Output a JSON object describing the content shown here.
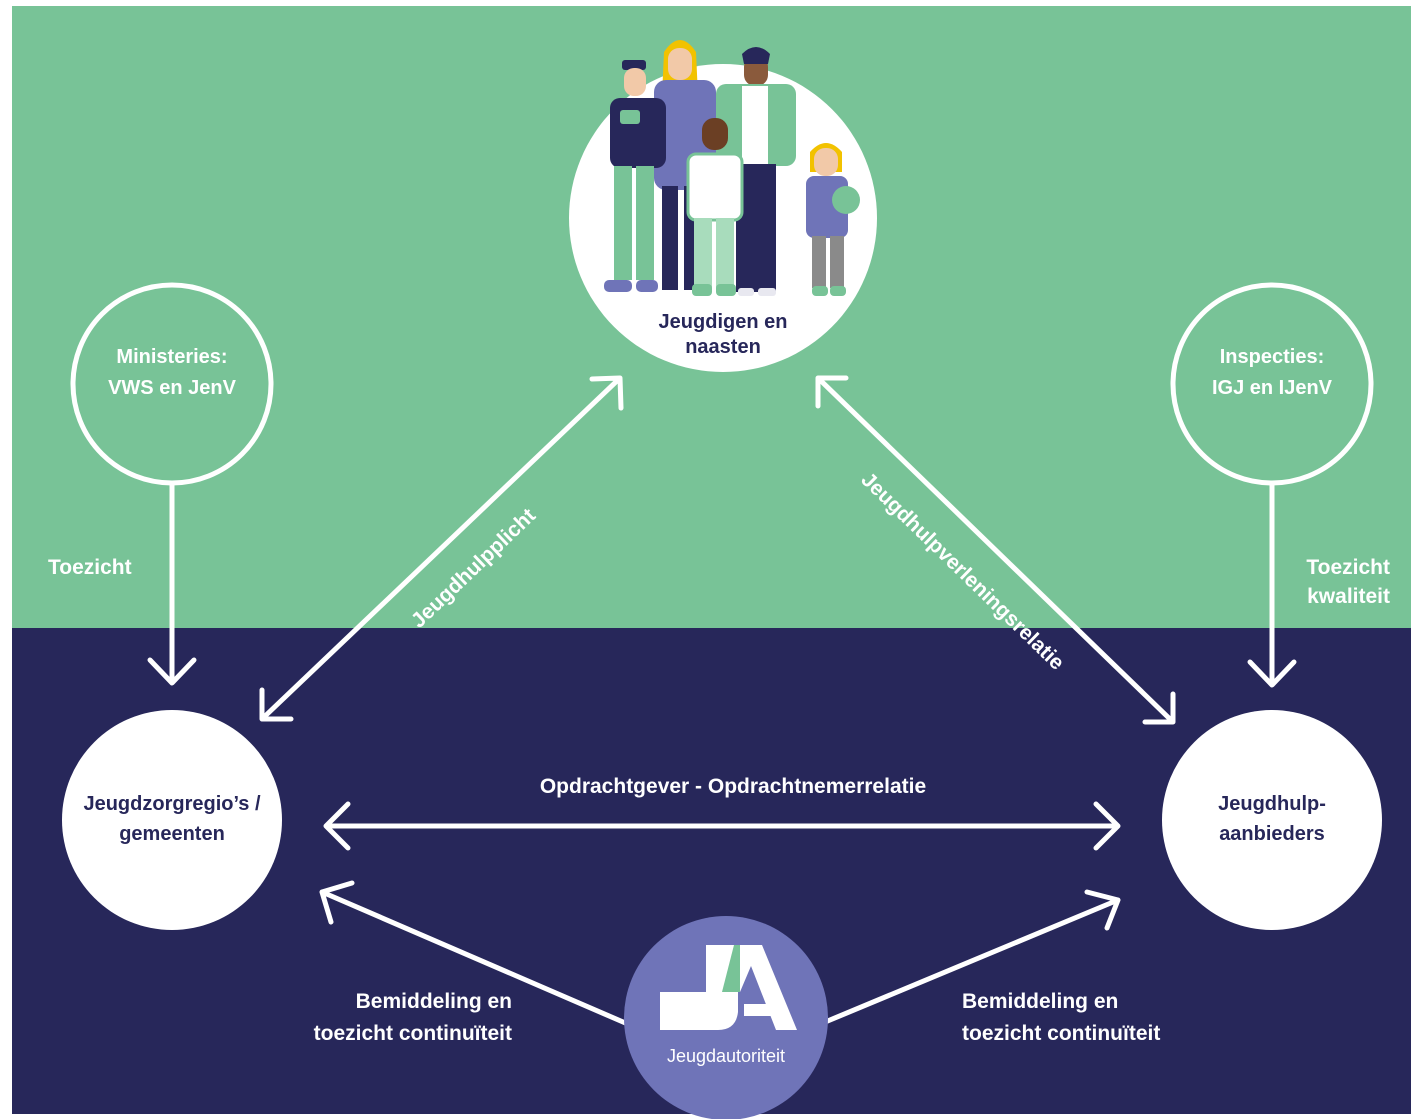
{
  "colors": {
    "green": "#78c397",
    "navy": "#27275a",
    "white": "#ffffff",
    "logo_circle": "#6f74b8",
    "logo_accent": "#78c397"
  },
  "nodes": {
    "youth": {
      "line1": "Jeugdigen en",
      "line2": "naasten"
    },
    "ministries": {
      "line1": "Ministeries:",
      "line2": "VWS en JenV"
    },
    "inspections": {
      "line1": "Inspecties:",
      "line2": "IGJ en IJenV"
    },
    "regions": {
      "line1": "Jeugdzorgregio’s /",
      "line2": "gemeenten"
    },
    "providers": {
      "line1": "Jeugdhulp-",
      "line2": "aanbieders"
    },
    "authority": {
      "label": "Jeugdautoriteit",
      "logo_icon": "ja-logo-icon"
    }
  },
  "relations": {
    "toezicht_left": "Toezicht",
    "toezicht_right_1": "Toezicht",
    "toezicht_right_2": "kwaliteit",
    "jeugdhulpplicht": "Jeugdhulpplicht",
    "verleningsrelatie": "Jeugdhulpverleningsrelatie",
    "opdracht": "Opdrachtgever - Opdrachtnemerrelatie",
    "bemiddeling_left_1": "Bemiddeling en",
    "bemiddeling_left_2": "toezicht continuïteit",
    "bemiddeling_right_1": "Bemiddeling en",
    "bemiddeling_right_2": "toezicht continuïteit"
  },
  "illustration": {
    "icon": "family-illustration-icon"
  }
}
